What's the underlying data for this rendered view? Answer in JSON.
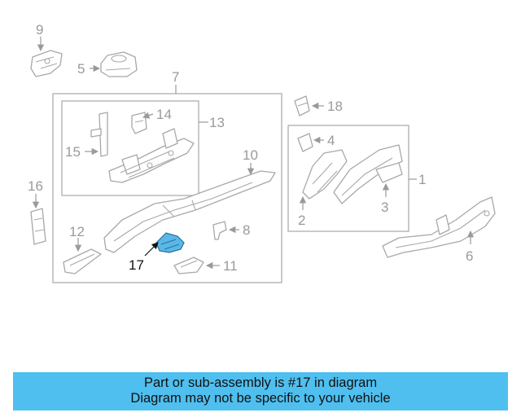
{
  "diagram": {
    "callouts": {
      "c1": "1",
      "c2": "2",
      "c3": "3",
      "c4": "4",
      "c5": "5",
      "c6": "6",
      "c7": "7",
      "c8": "8",
      "c9": "9",
      "c10": "10",
      "c11": "11",
      "c12": "12",
      "c13": "13",
      "c14": "14",
      "c15": "15",
      "c16": "16",
      "c17": "17",
      "c18": "18"
    },
    "highlighted_part": "17",
    "highlight_color": "#5ab8e8"
  },
  "banner": {
    "line1": "Part or sub-assembly is #17 in diagram",
    "line2": "Diagram may not be specific to your vehicle",
    "background": "#4fbfef"
  }
}
